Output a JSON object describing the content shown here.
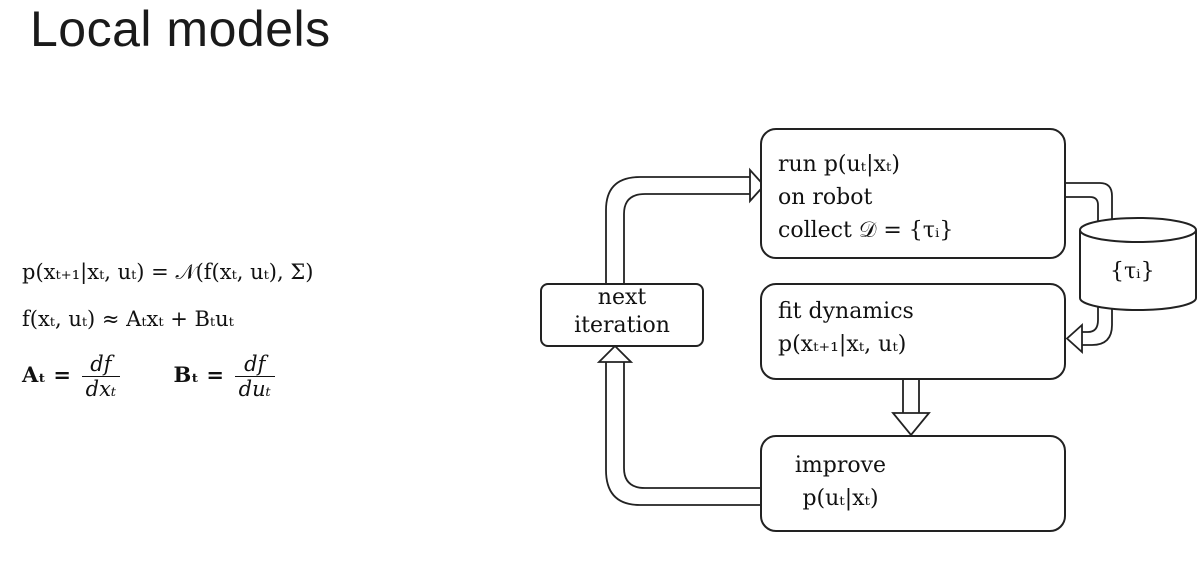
{
  "slide": {
    "title": "Local models"
  },
  "equations": {
    "eq1": "p(xₜ₊₁|xₜ, uₜ) = 𝒩(f(xₜ, uₜ), Σ)",
    "eq2": "f(xₜ, uₜ) ≈ Aₜxₜ + Bₜuₜ",
    "eq3_lhs": "Aₜ =",
    "eq3_num": "df",
    "eq3_den": "dxₜ",
    "eq4_lhs": "Bₜ =",
    "eq4_num": "df",
    "eq4_den": "duₜ"
  },
  "diagram": {
    "run_box": {
      "line1": "run p(uₜ|xₜ)",
      "line2": "on robot",
      "line3": "collect 𝒟 = {τᵢ}"
    },
    "fit_box": {
      "line1": "fit dynamics",
      "line2": "p(xₜ₊₁|xₜ, uₜ)"
    },
    "improve_box": {
      "line1": "improve",
      "line2": "p(uₜ|xₜ)"
    },
    "next_box": {
      "line1": "next",
      "line2": "iteration"
    },
    "database_label": "{τᵢ}"
  }
}
